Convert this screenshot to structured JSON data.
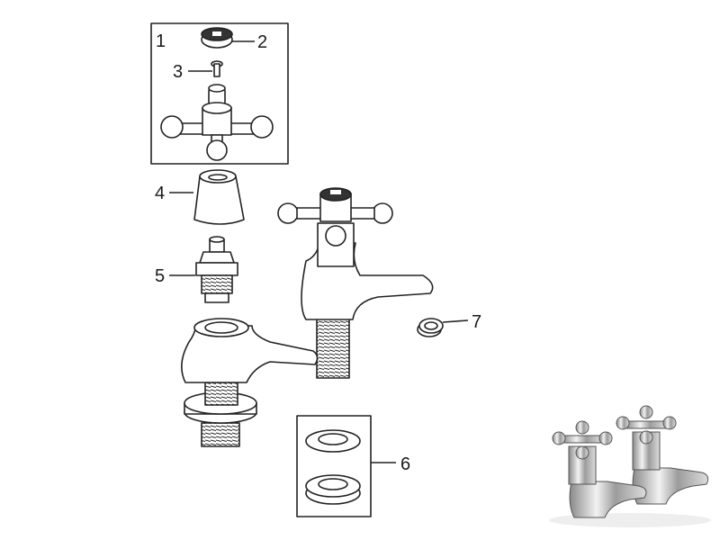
{
  "labels": {
    "handle_assembly": "1",
    "indices_cap": "2",
    "handle_screw": "3",
    "shroud": "4",
    "valve_cartridge": "5",
    "washers": "6",
    "aerator": "7"
  },
  "colors": {
    "line": "#222222",
    "fill": "#ffffff",
    "chrome_dark": "#6b6b6b",
    "chrome_light": "#e4e4e4"
  }
}
